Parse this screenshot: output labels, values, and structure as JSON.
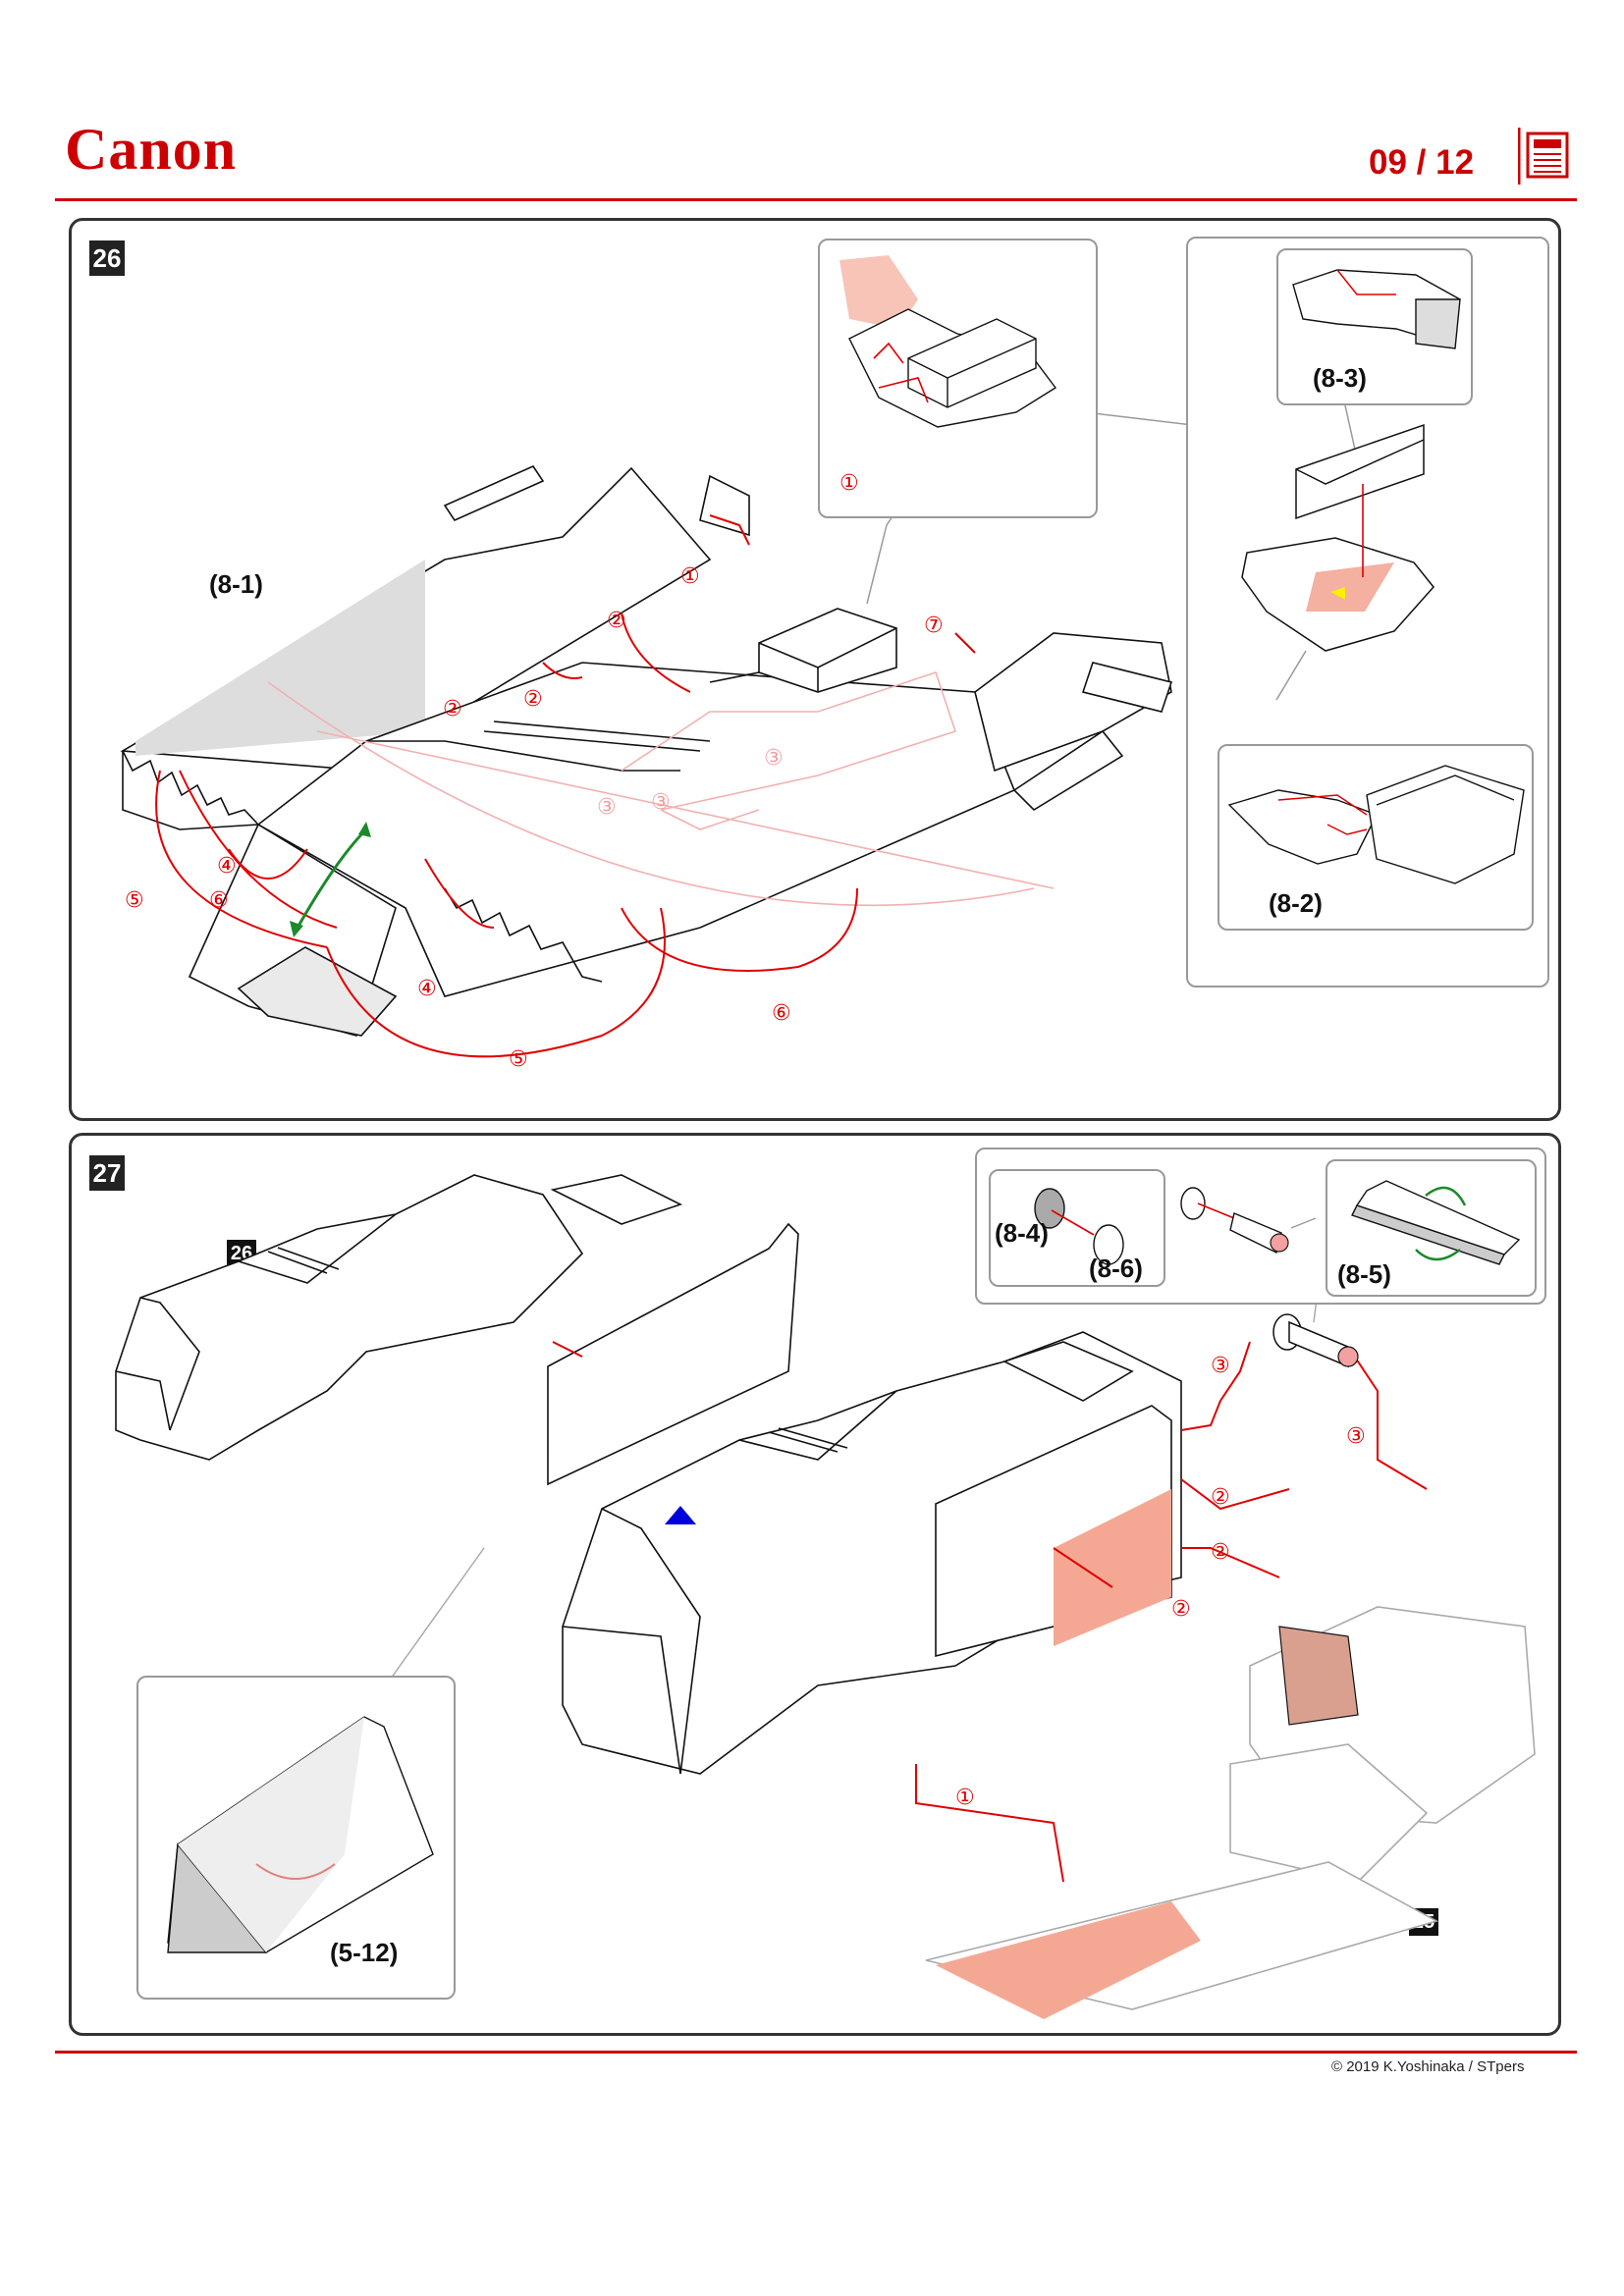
{
  "header": {
    "brand": "Canon",
    "page_indicator": "09 / 12"
  },
  "step26": {
    "number": "26",
    "labels": {
      "part_8_1": "(8-1)",
      "part_8_2": "(8-2)",
      "part_8_3": "(8-3)"
    },
    "markers": {
      "m1": "①",
      "m1b": "①",
      "m2": "②",
      "m2b": "②",
      "m2c": "②",
      "m3": "③",
      "m3b": "③",
      "m3c": "③",
      "m4": "④",
      "m4b": "④",
      "m5": "⑤",
      "m5b": "⑤",
      "m6": "⑥",
      "m6b": "⑥",
      "m7": "⑦"
    }
  },
  "step27": {
    "number": "27",
    "ref_26": "26",
    "ref_25": "25",
    "labels": {
      "part_8_4": "(8-4)",
      "part_8_6": "(8-6)",
      "part_8_5": "(8-5)",
      "part_5_12": "(5-12)"
    },
    "markers": {
      "m1": "①",
      "m2a": "②",
      "m2b": "②",
      "m2c": "②",
      "m3a": "③",
      "m3b": "③"
    }
  },
  "footer": {
    "copyright": "© 2019 K.Yoshinaka / STpers"
  },
  "colors": {
    "brand_red": "#cc0000",
    "guide_red": "#e00000",
    "fold_green": "#1a8a2a",
    "marker_blue": "#0000dd",
    "glue_salmon": "#f2a090"
  }
}
